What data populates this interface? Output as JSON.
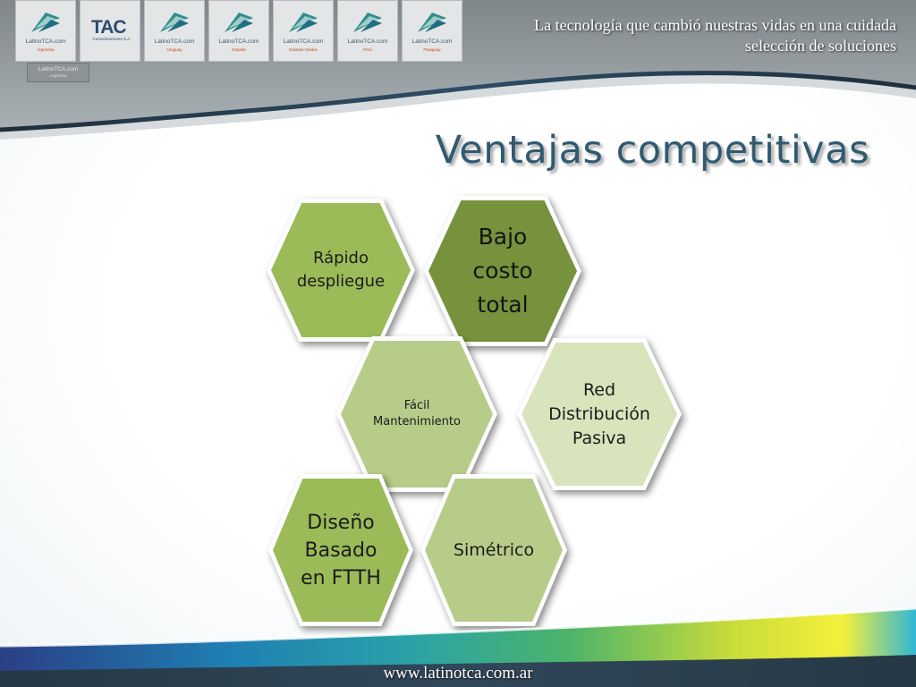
{
  "header": {
    "tagline": "La tecnología que cambió nuestras vidas en una cuidada selección de soluciones",
    "logos": [
      {
        "brand": "LatinoTCA.com",
        "sub": "Argentina"
      },
      {
        "brand": "TAC",
        "sub": "Comunicaciones S.A."
      },
      {
        "brand": "LatinoTCA.com",
        "sub": "Uruguay"
      },
      {
        "brand": "LatinoTCA.com",
        "sub": "España"
      },
      {
        "brand": "LatinoTCA.com",
        "sub": "Estados Unidos"
      },
      {
        "brand": "LatinoTCA.com",
        "sub": "Perú"
      },
      {
        "brand": "LatinoTCA.com",
        "sub": "Paraguay"
      }
    ],
    "sub_logo": {
      "brand": "LatinoTCA.com",
      "sub": "Argentina"
    }
  },
  "title": "Ventajas competitivas",
  "hexagons": [
    {
      "label": "Rápido\ndespliegue",
      "color": "#9bbb59"
    },
    {
      "label": "Bajo\ncosto\ntotal",
      "color": "#76923c"
    },
    {
      "label": "Fácil\nMantenimiento",
      "color": "#b8cc8a"
    },
    {
      "label": "Red\nDistribución\nPasiva",
      "color": "#d7e4bc"
    },
    {
      "label": "Diseño\nBasado\nen FTTH",
      "color": "#9bbb59"
    },
    {
      "label": "Simétrico",
      "color": "#b8cc8a"
    }
  ],
  "footer": {
    "url": "www.latinotca.com.ar"
  }
}
